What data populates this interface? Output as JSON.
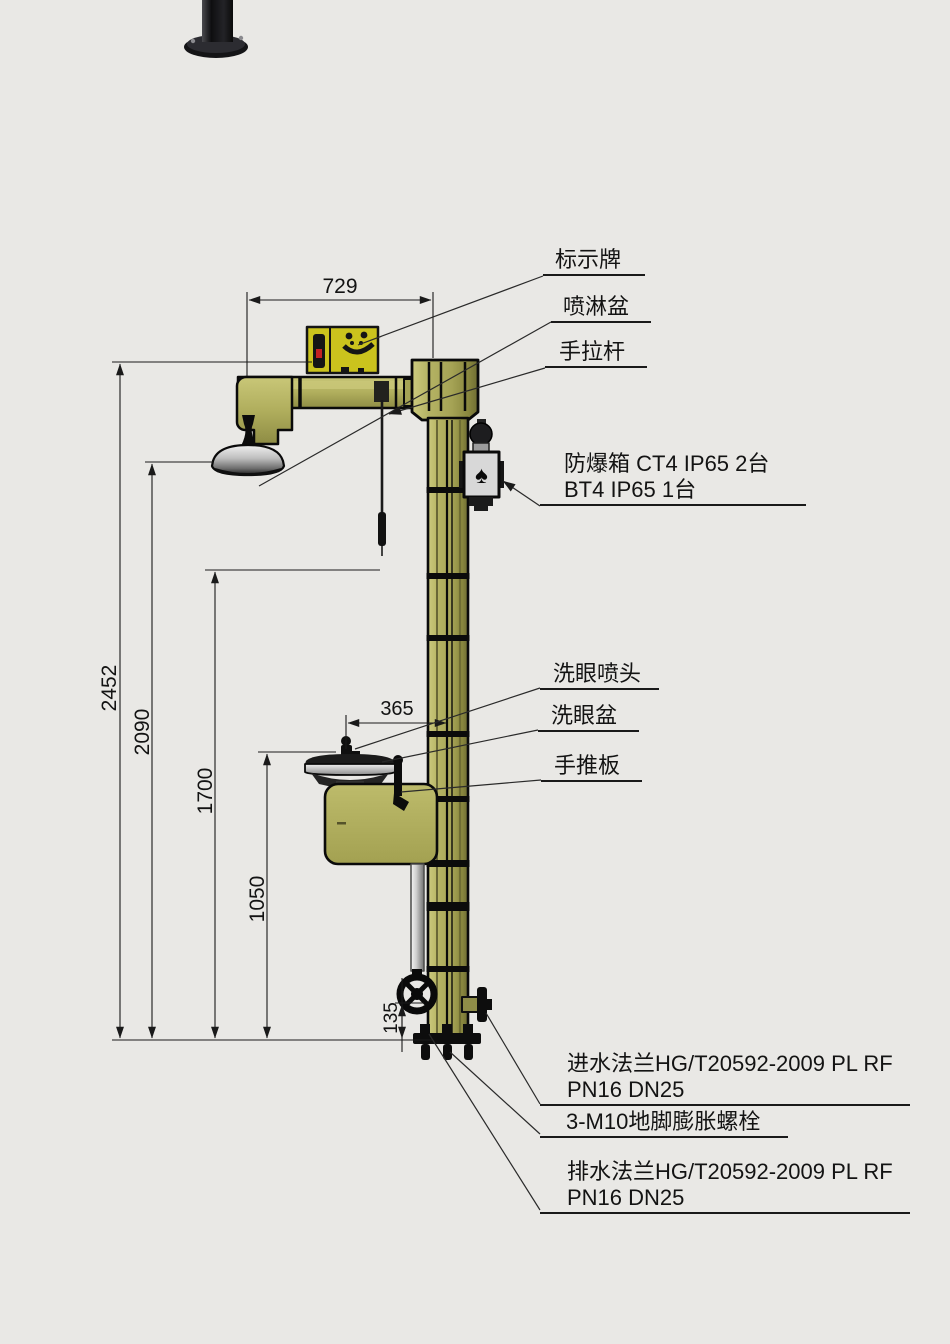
{
  "drawing": {
    "title_hint": "emergency shower and eyewash station dimension drawing",
    "colors": {
      "background": "#e9e8e5",
      "body_olive": "#b2af5e",
      "sign_yellow": "#cbc31d",
      "outline_black": "#0a0a0a",
      "metal_gray": "#c6c6c6",
      "red_accent": "#c32222"
    },
    "dimensions": {
      "top_width": "729",
      "eyewash_offset": "365",
      "total_height": "2452",
      "shower_head_height": "2090",
      "pull_rod_height": "1700",
      "eyewash_height": "1050",
      "drain_height": "135"
    },
    "callouts": {
      "sign_plate": "标示牌",
      "shower_basin": "喷淋盆",
      "pull_rod": "手拉杆",
      "ex_box_line1": "防爆箱 CT4 IP65 2台",
      "ex_box_line2": "BT4 IP65 1台",
      "eyewash_spray": "洗眼喷头",
      "eyewash_bowl": "洗眼盆",
      "push_plate": "手推板",
      "inlet_flange_line1": "进水法兰HG/T20592-2009 PL RF",
      "inlet_flange_line2": "PN16 DN25",
      "anchor_bolt": "3-M10地脚膨胀螺栓",
      "drain_flange_line1": "排水法兰HG/T20592-2009 PL RF",
      "drain_flange_line2": "PN16 DN25"
    },
    "icons": {
      "ex_symbol": "♠"
    }
  }
}
